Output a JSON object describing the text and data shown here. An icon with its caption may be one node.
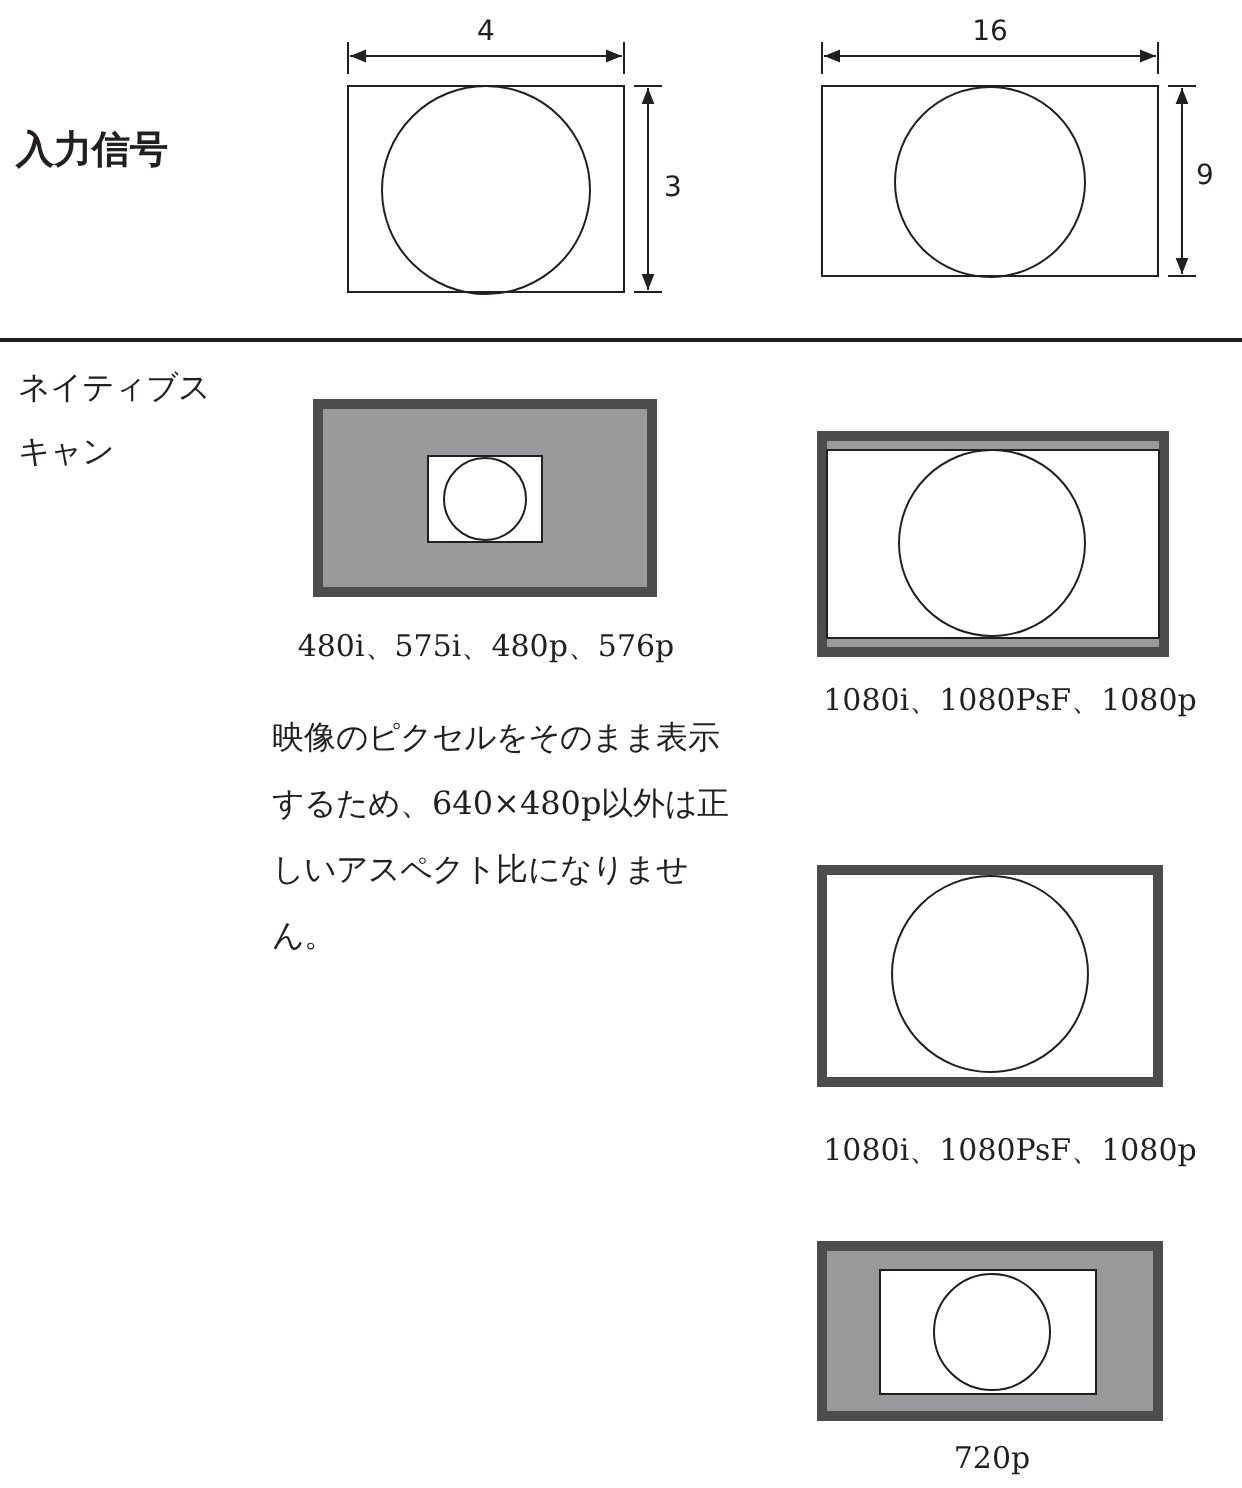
{
  "diagram": {
    "labels": [
      "4",
      "16",
      "入力信号",
      "3",
      "9",
      "ネイティブスキャン",
      "480i、575i、480p、576p",
      "映像のピクセルをそのまま表示するため、640×480p以外は正しいアスペクト比になりません。",
      "1080i、1080PsF、1080p",
      "1080i、1080PsF、1080p",
      "720p"
    ]
  }
}
